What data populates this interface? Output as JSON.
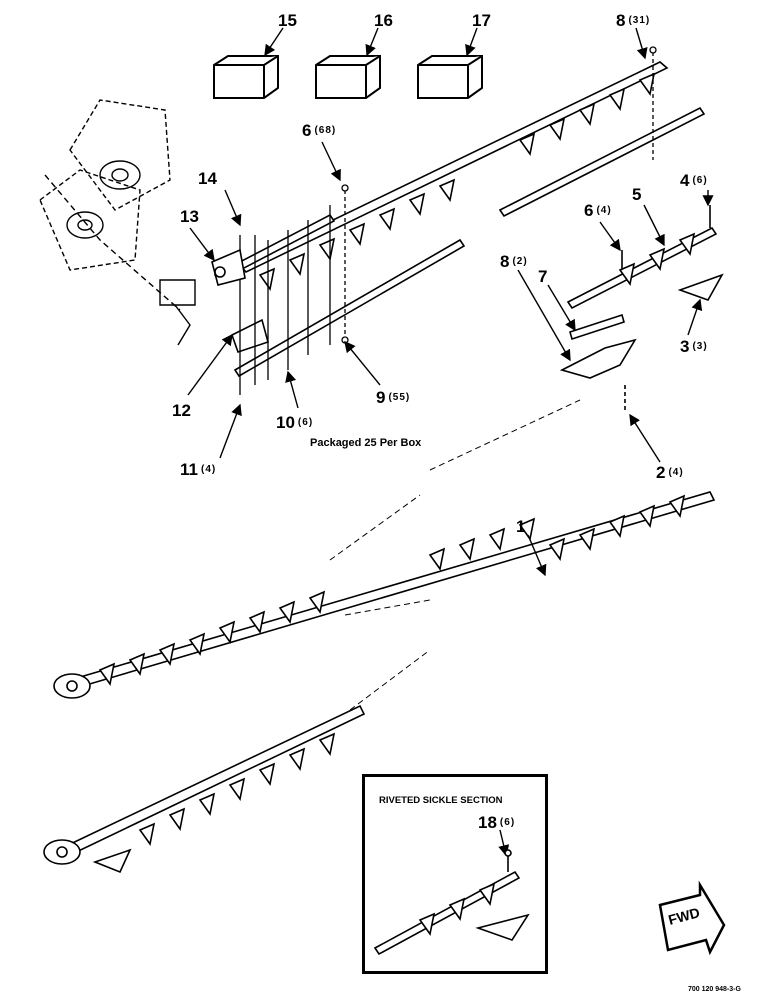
{
  "callouts": [
    {
      "id": "c15",
      "num": "15",
      "qty": ""
    },
    {
      "id": "c16",
      "num": "16",
      "qty": ""
    },
    {
      "id": "c17",
      "num": "17",
      "qty": ""
    },
    {
      "id": "c8a",
      "num": "8",
      "qty": "(31)"
    },
    {
      "id": "c6a",
      "num": "6",
      "qty": "(68)"
    },
    {
      "id": "c14",
      "num": "14",
      "qty": ""
    },
    {
      "id": "c13",
      "num": "13",
      "qty": ""
    },
    {
      "id": "c4",
      "num": "4",
      "qty": "(6)"
    },
    {
      "id": "c6b",
      "num": "6",
      "qty": "(4)"
    },
    {
      "id": "c5",
      "num": "5",
      "qty": ""
    },
    {
      "id": "c8b",
      "num": "8",
      "qty": "(2)"
    },
    {
      "id": "c7",
      "num": "7",
      "qty": ""
    },
    {
      "id": "c3",
      "num": "3",
      "qty": "(3)"
    },
    {
      "id": "c12",
      "num": "12",
      "qty": ""
    },
    {
      "id": "c10",
      "num": "10",
      "qty": "(6)"
    },
    {
      "id": "c9",
      "num": "9",
      "qty": "(55)"
    },
    {
      "id": "c11",
      "num": "11",
      "qty": "(4)"
    },
    {
      "id": "c2",
      "num": "2",
      "qty": "(4)"
    },
    {
      "id": "c1",
      "num": "1",
      "qty": ""
    },
    {
      "id": "c18",
      "num": "18",
      "qty": "(6)"
    }
  ],
  "note": "Packaged 25 Per Box",
  "inset": {
    "title": "RIVETED SICKLE SECTION"
  },
  "fwd_label": "FWD",
  "drawing_number": "700 120 948-3-G"
}
